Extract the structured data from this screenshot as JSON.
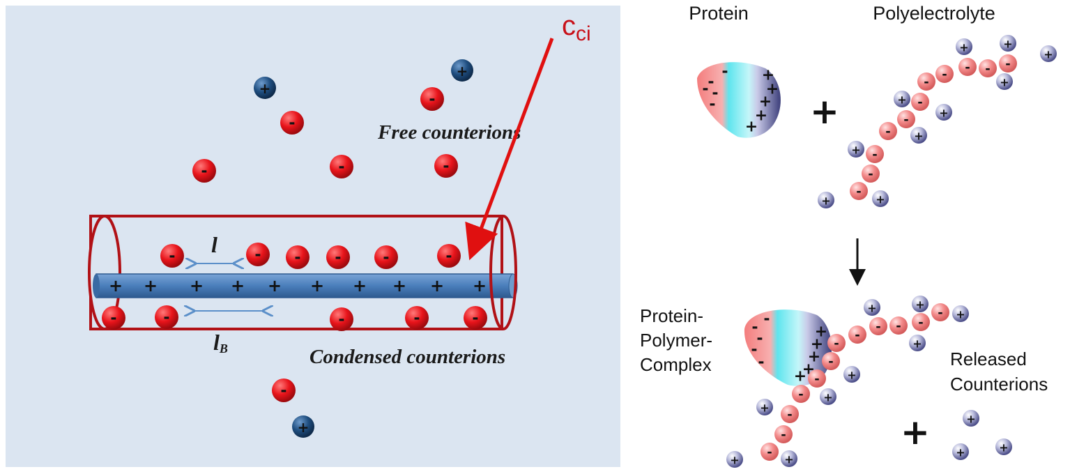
{
  "left_panel": {
    "cci_label_main": "c",
    "cci_label_sub": "ci",
    "free_counterions_label": "Free counterions",
    "condensed_counterions_label": "Condensed counterions",
    "l_label": "l",
    "lb_label_main": "l",
    "lb_label_sub": "B",
    "rod_sign": "+",
    "anion_sign": "-",
    "cation_sign": "+"
  },
  "right_panel": {
    "protein_label": "Protein",
    "polyelectrolyte_label": "Polyelectrolyte",
    "plus_operator": "+",
    "complex_label_line1": "Protein-",
    "complex_label_line2": "Polymer-",
    "complex_label_line3": "Complex",
    "released_label_line1": "Released",
    "released_label_line2": "Counterions",
    "plus_operator_2": "+"
  },
  "colors": {
    "panel_bg": "#dbe5f1",
    "anion": "#e8141b",
    "cation_dark": "#1f4e80",
    "rod": "#4a7ebb",
    "tube": "#b11116",
    "cci_red": "#e01010",
    "bead_pink": "#f38a8a",
    "bead_purple": "#7d7fb3"
  }
}
